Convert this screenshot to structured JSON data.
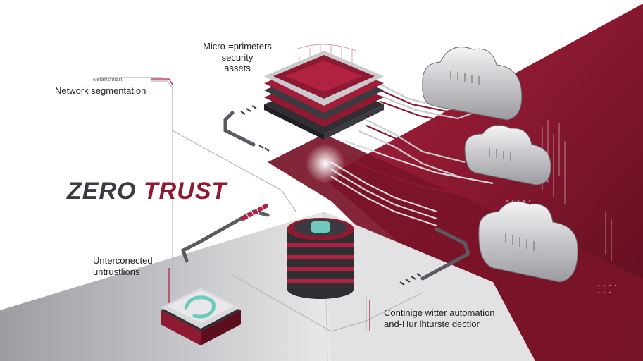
{
  "title": {
    "word1": "ZERO",
    "word2": "TRUST"
  },
  "labels": {
    "micro_perimeters": [
      "Micro-=primeters",
      "security",
      "assets"
    ],
    "network_small": "Nefarlshnart",
    "network_segmentation": "Network segmentation",
    "unconnected": [
      "Unterconected",
      "untrustlions"
    ],
    "continuous": [
      "Continige witter automation",
      "and-Hur lhturste dectior"
    ]
  },
  "icons": {
    "perimeter": "server-stack-icon",
    "database": "database-cylinder-icon",
    "device": "device-node-icon",
    "cloud": "cloud-icon"
  },
  "colors": {
    "brand_red": "#8e1930",
    "dark_red": "#5c0d1e",
    "dark_gray": "#3a3a40",
    "teal": "#6fcabd"
  }
}
